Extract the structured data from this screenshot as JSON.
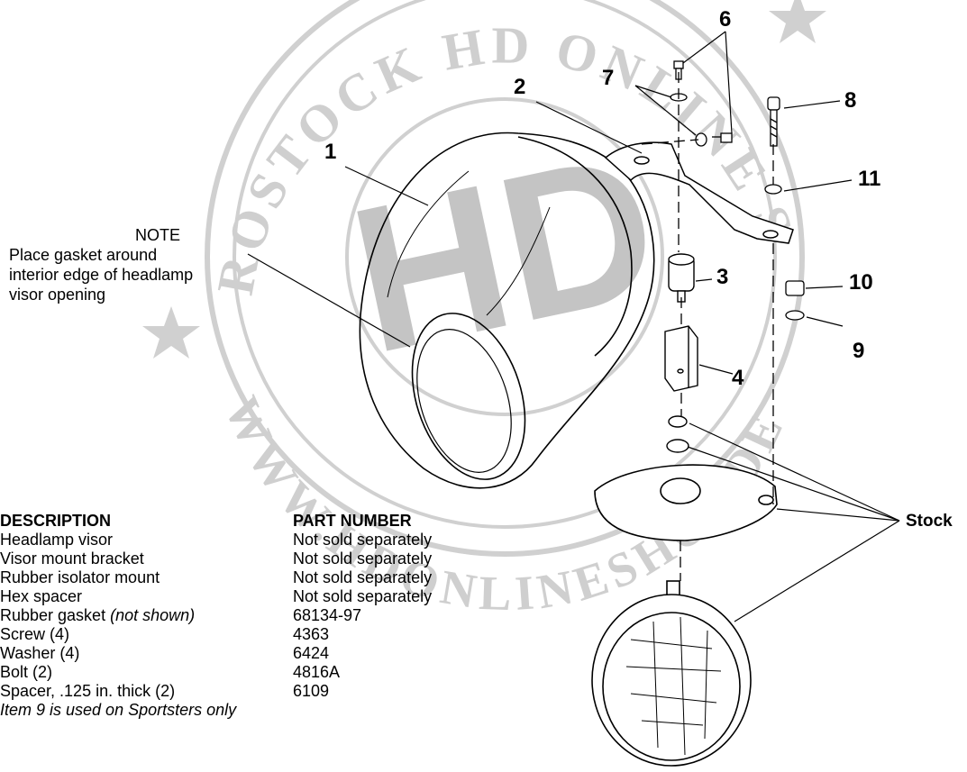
{
  "watermark": {
    "text": "ROSTOCK HD ONLINE SHOP",
    "url": "WWW.HDONLINESHOP.DE",
    "mark": "HD",
    "color": "#c8c8c8"
  },
  "callouts": [
    "1",
    "2",
    "3",
    "4",
    "6",
    "7",
    "8",
    "9",
    "10",
    "11"
  ],
  "note": {
    "title": "NOTE",
    "lines": [
      "Place gasket around",
      "interior edge of headlamp",
      "visor opening"
    ]
  },
  "stock_label": "Stock",
  "parts_table": {
    "header": {
      "description": "DESCRIPTION",
      "part_number": "PART NUMBER"
    },
    "rows": [
      {
        "description": "Headlamp visor",
        "description_note": "",
        "part_number": "Not sold separately"
      },
      {
        "description": "Visor mount bracket",
        "description_note": "",
        "part_number": "Not sold separately"
      },
      {
        "description": "Rubber isolator mount",
        "description_note": "",
        "part_number": "Not sold separately"
      },
      {
        "description": "Hex spacer",
        "description_note": "",
        "part_number": "Not sold separately"
      },
      {
        "description": "Rubber gasket ",
        "description_note": "(not shown)",
        "part_number": "68134-97"
      },
      {
        "description": "Screw (4)",
        "description_note": "",
        "part_number": "4363"
      },
      {
        "description": "Washer (4)",
        "description_note": "",
        "part_number": "6424"
      },
      {
        "description": "Bolt (2)",
        "description_note": "",
        "part_number": "4816A"
      },
      {
        "description": "Spacer, .125 in. thick (2)",
        "description_note": "",
        "part_number": "6109"
      }
    ],
    "footnote": "Item 9 is used on Sportsters only"
  }
}
